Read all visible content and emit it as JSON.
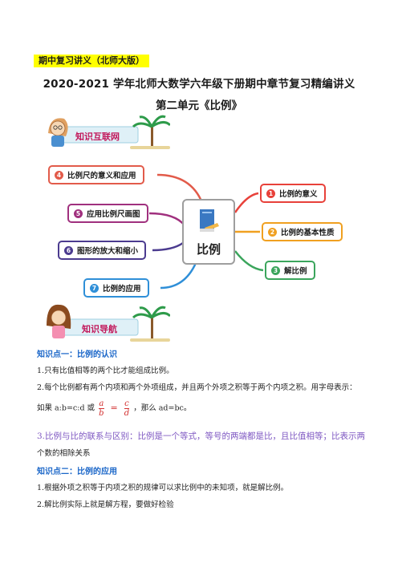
{
  "header": {
    "tag": "期中复习讲义（北师大版）",
    "title_line1": "2020-2021 学年北师大数学六年级下册期中章节复习精编讲义",
    "title_line2": "第二单元《比例》"
  },
  "banners": {
    "network": "知识互联网",
    "guide": "知识导航"
  },
  "mindmap": {
    "center": "比例",
    "left_nodes": [
      {
        "num": "4",
        "label": "比例尺的意义和应用",
        "color": "#e25b4a"
      },
      {
        "num": "5",
        "label": "应用比例尺画图",
        "color": "#a0307e"
      },
      {
        "num": "6",
        "label": "图形的放大和缩小",
        "color": "#4b3b8f"
      },
      {
        "num": "7",
        "label": "比例的应用",
        "color": "#2f8fd8"
      }
    ],
    "right_nodes": [
      {
        "num": "1",
        "label": "比例的意义",
        "color": "#e8413a"
      },
      {
        "num": "2",
        "label": "比例的基本性质",
        "color": "#f0a020"
      },
      {
        "num": "3",
        "label": "解比例",
        "color": "#3ba55c"
      }
    ]
  },
  "content": {
    "point1_heading": "知识点一：比例的认识",
    "p1_line1": "1.只有比值相等的两个比才能组成比例。",
    "p1_line2": "2.每个比例都有两个内项和两个外项组成，并且两个外项之积等于两个内项之积。用字母表示：",
    "p1_line3_pre": "如果 a:b=c:d 或",
    "frac1_num": "a",
    "frac1_den": "b",
    "eq_sign": "=",
    "frac2_num": "c",
    "frac2_den": "d",
    "p1_line3_post": "，那么 ad=bc。",
    "p1_line4": "3.比例与比的联系与区别：比例是一个等式，等号的两端都是比，且比值相等；比表示两",
    "p1_line5": "个数的相除关系",
    "point2_heading": "知识点二：比例的应用",
    "p2_line1": "1.根据外项之积等于内项之积的规律可以求比例中的未知项，就是解比例。",
    "p2_line2": "2.解比例实际上就是解方程，要做好检验"
  }
}
